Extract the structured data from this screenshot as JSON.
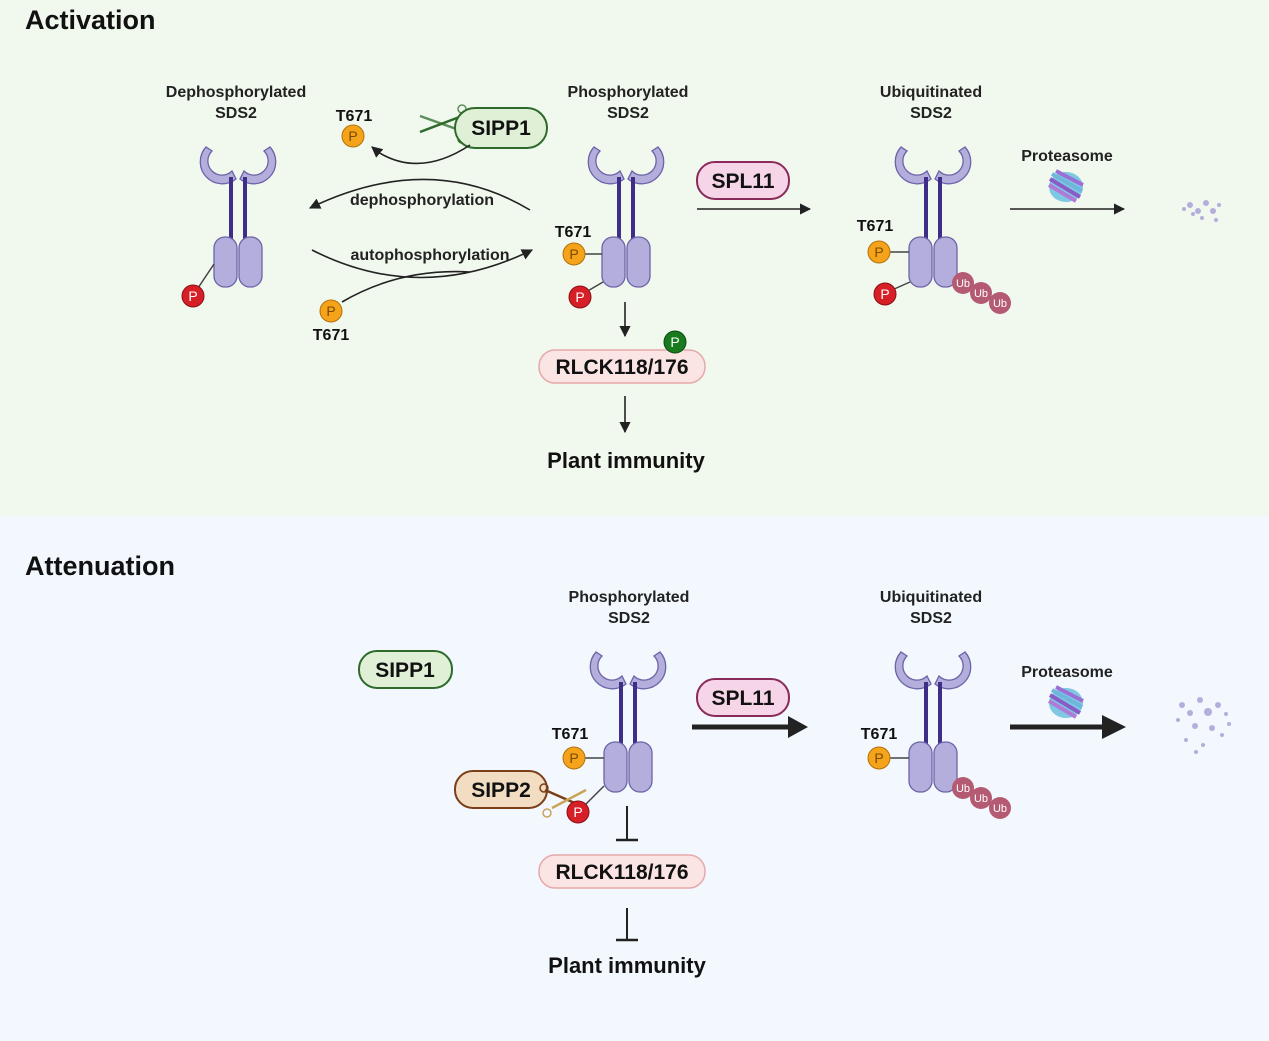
{
  "activation": {
    "title": "Activation",
    "dephos_label_1": "Dephosphorylated",
    "dephos_label_2": "SDS2",
    "phos_label_1": "Phosphorylated",
    "phos_label_2": "SDS2",
    "ubiq_label_1": "Ubiquitinated",
    "ubiq_label_2": "SDS2",
    "proteasome": "Proteasome",
    "sipp1": "SIPP1",
    "spl11": "SPL11",
    "rlck": "RLCK118/176",
    "outcome": "Plant immunity",
    "dephosphorylation": "dephosphorylation",
    "autophosphorylation": "autophosphorylation",
    "site": "T671",
    "p": "P",
    "ub": "Ub"
  },
  "attenuation": {
    "title": "Attenuation",
    "phos_label_1": "Phosphorylated",
    "phos_label_2": "SDS2",
    "ubiq_label_1": "Ubiquitinated",
    "ubiq_label_2": "SDS2",
    "proteasome": "Proteasome",
    "sipp1": "SIPP1",
    "sipp2": "SIPP2",
    "spl11": "SPL11",
    "rlck": "RLCK118/176",
    "outcome": "Plant immunity",
    "site": "T671",
    "p": "P",
    "ub": "Ub"
  },
  "colors": {
    "activation_bg": "#f1f9ee",
    "attenuation_bg": "#f2f8fd",
    "receptor": "#b3aedb",
    "receptor_stem": "#3f2e88",
    "p_orange": "#f5a31a",
    "p_red": "#d61f26",
    "p_green": "#1a7a1e",
    "ub": "#b45a72",
    "sipp1_fill": "#dff0d6",
    "sipp2_fill": "#f2dcc2",
    "spl11_fill": "#f7d5e8",
    "rlck_fill": "#fbe4e4"
  }
}
